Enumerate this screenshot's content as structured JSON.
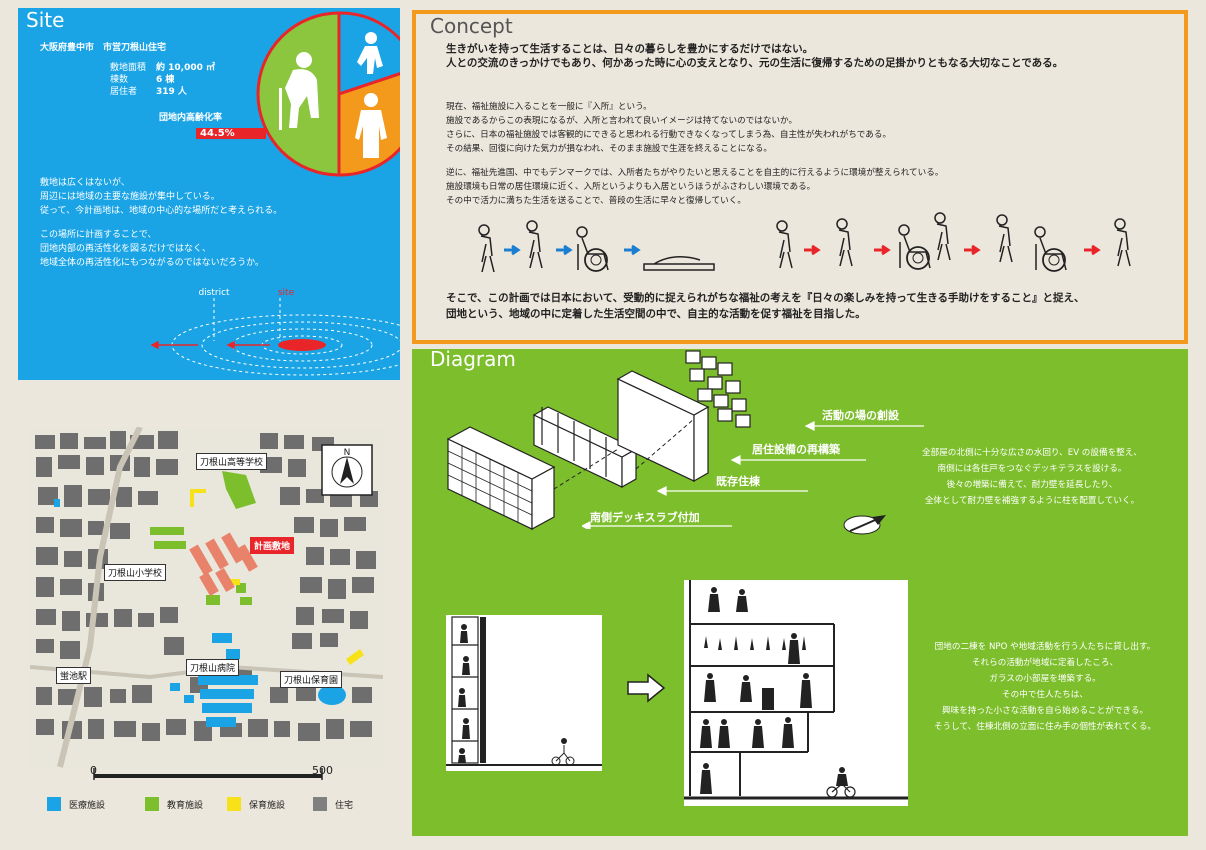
{
  "site": {
    "title": "Site",
    "address": "大阪府豊中市　市営刀根山住宅",
    "stats": [
      {
        "label": "敷地面積",
        "value": "約 10,000 ㎡"
      },
      {
        "label": "棟数",
        "value": "6 棟"
      },
      {
        "label": "居住者",
        "value": "319 人"
      }
    ],
    "rate_label": "団地内高齢化率",
    "rate_value": "44.5%",
    "para1": [
      "敷地は広くはないが、",
      "周辺には地域の主要な施設が集中している。",
      "従って、今計画地は、地域の中心的な場所だと考えられる。"
    ],
    "para2": [
      "この場所に計画することで、",
      "団地内部の再活性化を図るだけではなく、",
      "地域全体の再活性化にもつながるのではないだろうか。"
    ],
    "district_label": "district",
    "site_label": "site",
    "colors": {
      "bg": "#1aa4e6",
      "red": "#e8262a",
      "green": "#8cc63f",
      "orange": "#f39a1c"
    }
  },
  "concept": {
    "title": "Concept",
    "lead": [
      "生きがいを持って生活することは、日々の暮らしを豊かにするだけではない。",
      "人との交流のきっかけでもあり、何かあった時に心の支えとなり、元の生活に復帰するための足掛かりともなる大切なことである。"
    ],
    "p1": [
      "現在、福祉施設に入ることを一般に『入所』という。",
      "施設であるからこの表現になるが、入所と言われて良いイメージは持てないのではないか。",
      "さらに、日本の福祉施設では客観的にできると思われる行動できなくなってしまう為、自主性が失われがちである。",
      "その結果、回復に向けた気力が損なわれ、そのまま施設で生涯を終えることになる。"
    ],
    "p2": [
      "逆に、福祉先進国、中でもデンマークでは、入所者たちがやりたいと思えることを自主的に行えるように環境が整えられている。",
      "施設環境も日常の居住環境に近く、入所というよりも入居というほうがふさわしい環境である。",
      "その中で活力に満ちた生活を送ることで、普段の生活に早々と復帰していく。"
    ],
    "closing": [
      "そこで、この計画では日本において、受動的に捉えられがちな福祉の考えを『日々の楽しみを持って生きる手助けをすること』と捉え、",
      "団地という、地域の中に定着した生活空間の中で、自主的な活動を促す福祉を目指した。"
    ],
    "colors": {
      "border": "#f39a1c",
      "arrow_blue": "#1a7fd0",
      "arrow_red": "#e8262a"
    }
  },
  "map": {
    "labels": [
      {
        "text": "刀根山高等学校",
        "type": "normal"
      },
      {
        "text": "計画敷地",
        "type": "red"
      },
      {
        "text": "刀根山小学校",
        "type": "normal"
      },
      {
        "text": "刀根山病院",
        "type": "normal"
      },
      {
        "text": "蛍池駅",
        "type": "normal"
      },
      {
        "text": "刀根山保育園",
        "type": "normal"
      }
    ],
    "north": "N",
    "scale": {
      "start": "0",
      "end": "500"
    },
    "legend": [
      {
        "label": "医療施設",
        "color": "#1aa4e6"
      },
      {
        "label": "教育施設",
        "color": "#7dbe2c"
      },
      {
        "label": "保育施設",
        "color": "#f7e21a"
      },
      {
        "label": "住宅",
        "color": "#808080"
      }
    ]
  },
  "diagram": {
    "title": "Diagram",
    "steps": [
      "活動の場の創設",
      "居住設備の再構築",
      "既存住棟",
      "南側デッキスラブ付加"
    ],
    "text1": [
      "全部屋の北側に十分な広さの水回り、EV の設備を整え、",
      "南側には各住戸をつなぐデッキテラスを設ける。",
      "後々の増築に備えて、耐力壁を延長したり、",
      "全体として耐力壁を補強するように柱を配置していく。"
    ],
    "text2": [
      "団地の二棟を NPO や地域活動を行う人たちに貸し出す。",
      "それらの活動が地域に定着したころ、",
      "ガラスの小部屋を増築する。",
      "その中で住人たちは、",
      "興味を持った小さな活動を自ら始めることができる。",
      "そうして、住棟北側の立面に住み手の個性が表れてくる。"
    ],
    "colors": {
      "bg": "#7dbe2c"
    }
  }
}
